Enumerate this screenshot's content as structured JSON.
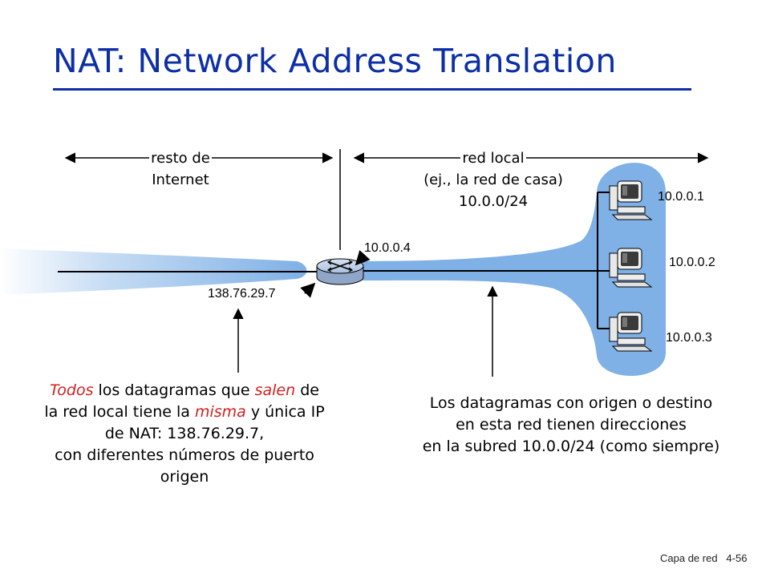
{
  "title": "NAT: Network Address Translation",
  "regions": {
    "internet_line1": "resto de",
    "internet_line2": "Internet",
    "local_line1": "red local",
    "local_line2": "(ej., la red de casa)",
    "local_line3": "10.0.0/24"
  },
  "router": {
    "public_ip": "138.76.29.7",
    "private_ip": "10.0.0.4"
  },
  "hosts": [
    "10.0.0.1",
    "10.0.0.2",
    "10.0.0.3"
  ],
  "left_note": {
    "l1_em1": "Todos",
    "l1_mid": " los datagramas que ",
    "l1_em2": "salen",
    "l1_end": " de",
    "l2_start": "la red local tiene la ",
    "l2_em": "misma",
    "l2_end": " y única IP",
    "l3": "de NAT: 138.76.29.7,",
    "l4": "con diferentes números de puerto",
    "l5": "origen"
  },
  "right_note": {
    "l1": "Los datagramas con origen o destino",
    "l2": "en esta red tienen direcciones",
    "l3": "en la subred 10.0.0/24 (como siempre)"
  },
  "footer": {
    "section": "Capa de red",
    "page": "4-56"
  },
  "colors": {
    "title": "#0d2fa6",
    "emphasis": "#d42020",
    "network_blue": "#7fb0e6",
    "router": "#9fb6d6"
  }
}
